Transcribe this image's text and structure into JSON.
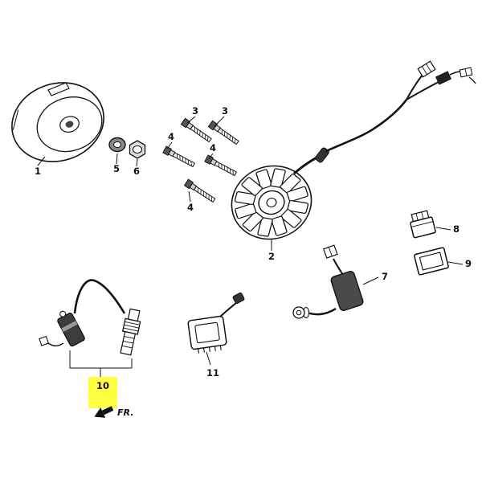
{
  "diagram": {
    "callouts": {
      "c1": "1",
      "c2": "2",
      "c3a": "3",
      "c3b": "3",
      "c4a": "4",
      "c4b": "4",
      "c4c": "4",
      "c5": "5",
      "c6": "6",
      "c7": "7",
      "c8": "8",
      "c9": "9",
      "c10": "10",
      "c11": "11"
    },
    "fr_label": "FR.",
    "colors": {
      "highlight": "#ffff42",
      "line": "#1a1a1a"
    }
  }
}
